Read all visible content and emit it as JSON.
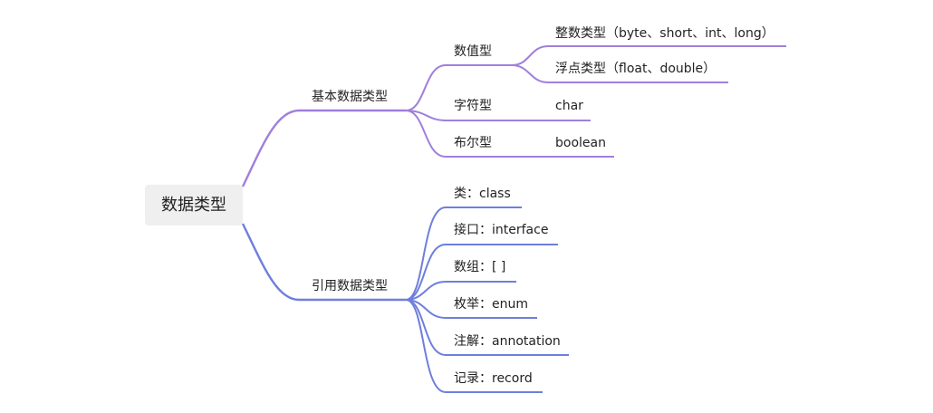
{
  "root": {
    "label": "数据类型"
  },
  "branches": [
    {
      "label": "基本数据类型",
      "color": "#a07fdb",
      "children": [
        {
          "label": "数值型",
          "children": [
            {
              "label": "整数类型（byte、short、int、long）"
            },
            {
              "label": "浮点类型（float、double）"
            }
          ]
        },
        {
          "label": "字符型",
          "children": [
            {
              "label": "char"
            }
          ]
        },
        {
          "label": "布尔型",
          "children": [
            {
              "label": "boolean"
            }
          ]
        }
      ]
    },
    {
      "label": "引用数据类型",
      "color": "#6e7fdc",
      "children": [
        {
          "label": "类：class"
        },
        {
          "label": "接口：interface"
        },
        {
          "label": "数组：[ ]"
        },
        {
          "label": "枚举：enum"
        },
        {
          "label": "注解：annotation"
        },
        {
          "label": "记录：record"
        }
      ]
    }
  ]
}
